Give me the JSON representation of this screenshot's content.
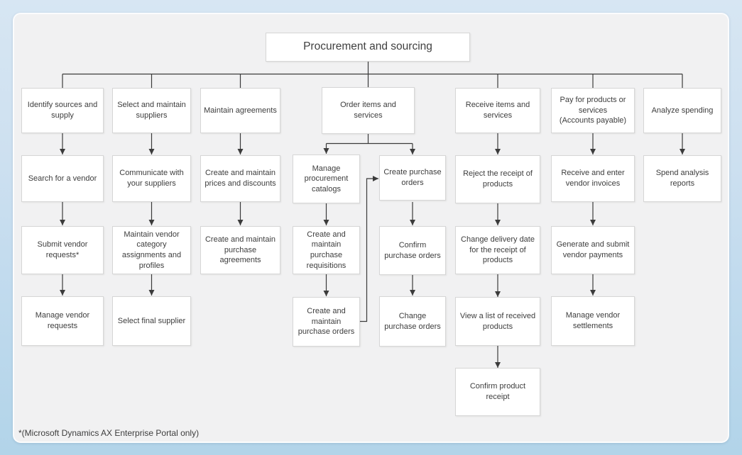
{
  "title": "Procurement and sourcing",
  "footnote": "*(Microsoft Dynamics AX Enterprise Portal only)",
  "colors": {
    "background_top": "#d7e6f3",
    "background_bottom": "#b2d4e9",
    "panel": "#f1f1f2",
    "box_fill": "#ffffff",
    "box_border": "#d6d6d6",
    "connector": "#3b3b3b",
    "text": "#3d3d3d"
  },
  "columns": [
    {
      "header": "Identify sources and supply",
      "steps": [
        "Search for a vendor",
        "Submit vendor requests*",
        "Manage vendor requests"
      ]
    },
    {
      "header": "Select and maintain suppliers",
      "steps": [
        "Communicate with your suppliers",
        "Maintain vendor category assignments and profiles",
        "Select final supplier"
      ]
    },
    {
      "header": "Maintain agreements",
      "steps": [
        "Create and maintain prices and discounts",
        "Create and maintain purchase agreements"
      ]
    },
    {
      "header": "Order items and services",
      "left_branch": [
        "Manage procurement catalogs",
        "Create and maintain purchase requisitions",
        "Create and maintain purchase orders"
      ],
      "right_branch": [
        "Create purchase orders",
        "Confirm purchase orders",
        "Change purchase orders"
      ]
    },
    {
      "header": "Receive items and services",
      "steps": [
        "Reject the receipt of products",
        "Change delivery date for the receipt of products",
        "View a list of received products",
        "Confirm product receipt"
      ]
    },
    {
      "header": "Pay for products or services\n(Accounts payable)",
      "steps": [
        "Receive and enter vendor invoices",
        "Generate and submit vendor payments",
        "Manage vendor settlements"
      ]
    },
    {
      "header": "Analyze spending",
      "steps": [
        "Spend analysis reports"
      ]
    }
  ]
}
